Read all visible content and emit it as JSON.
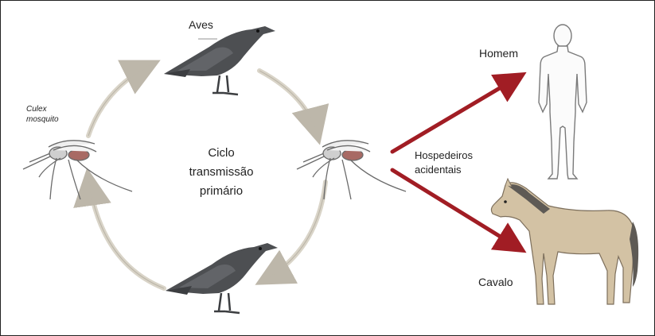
{
  "labels": {
    "aves": "Aves",
    "culex_line1": "Culex",
    "culex_line2": "mosquito",
    "cycle_line1": "Ciclo",
    "cycle_line2": "transmissão",
    "cycle_line3": "primário",
    "homem": "Homem",
    "hospedeiros_line1": "Hospedeiros",
    "hospedeiros_line2": "acidentais",
    "cavalo": "Cavalo"
  },
  "colors": {
    "cycle_arrow": "#d9d4c8",
    "accidental_arrow": "#a11d24",
    "bird": "#4d4f52",
    "horse": "#d3c2a4",
    "horse_mane": "#5e5a55",
    "human_outline": "#7a7a7a"
  }
}
